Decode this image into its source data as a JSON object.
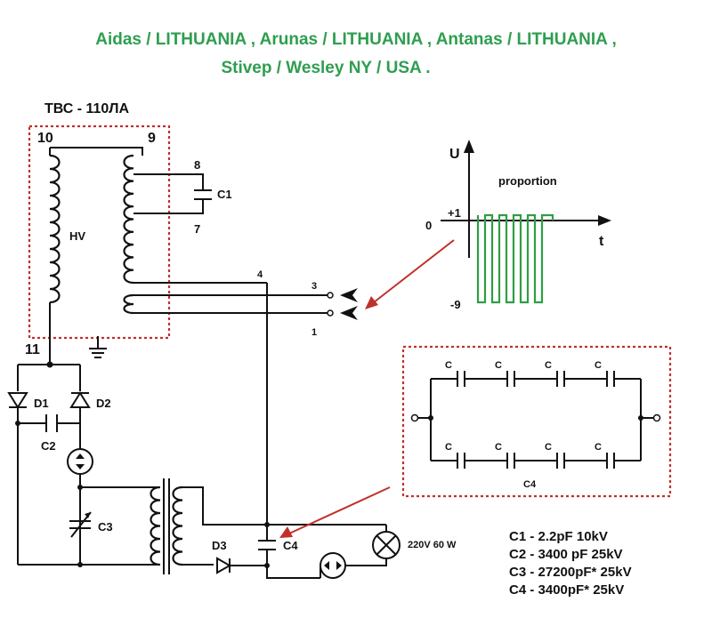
{
  "credits": {
    "line1": "Aidas  /  LITHUANIA , Arunas  /  LITHUANIA , Antanas  /  LITHUANIA ,",
    "line2": "Stivep  /  Wesley NY  /  USA ."
  },
  "transformer": {
    "title": "ТВС - 110ЛА",
    "pin_10": "10",
    "pin_9": "9",
    "pin_8": "8",
    "pin_7": "7",
    "pin_11": "11",
    "hv_label": "HV",
    "c1_label": "C1"
  },
  "terminals": {
    "t4": "4",
    "t3": "3",
    "t1": "1"
  },
  "circuit": {
    "d1": "D1",
    "d2": "D2",
    "c2": "C2",
    "c3": "C3",
    "d3": "D3",
    "c4": "C4",
    "lamp": "220V 60 W"
  },
  "waveform": {
    "y_axis": "U",
    "x_axis": "t",
    "title": "proportion",
    "origin": "0",
    "high": "+1",
    "low": "-9"
  },
  "c4_detail": {
    "cap_label": "C",
    "title": "C4"
  },
  "legend": {
    "c1": "C1 - 2.2pF  10kV",
    "c2": "C2 - 3400  pF  25kV",
    "c3": "C3 - 27200pF*  25kV",
    "c4": "C4 - 3400pF* 25kV"
  },
  "colors": {
    "credits": "#2e9e4f",
    "dashed_box": "#c0302a",
    "waveform": "#2f9e44",
    "pointer_arrow": "#c0302a"
  }
}
